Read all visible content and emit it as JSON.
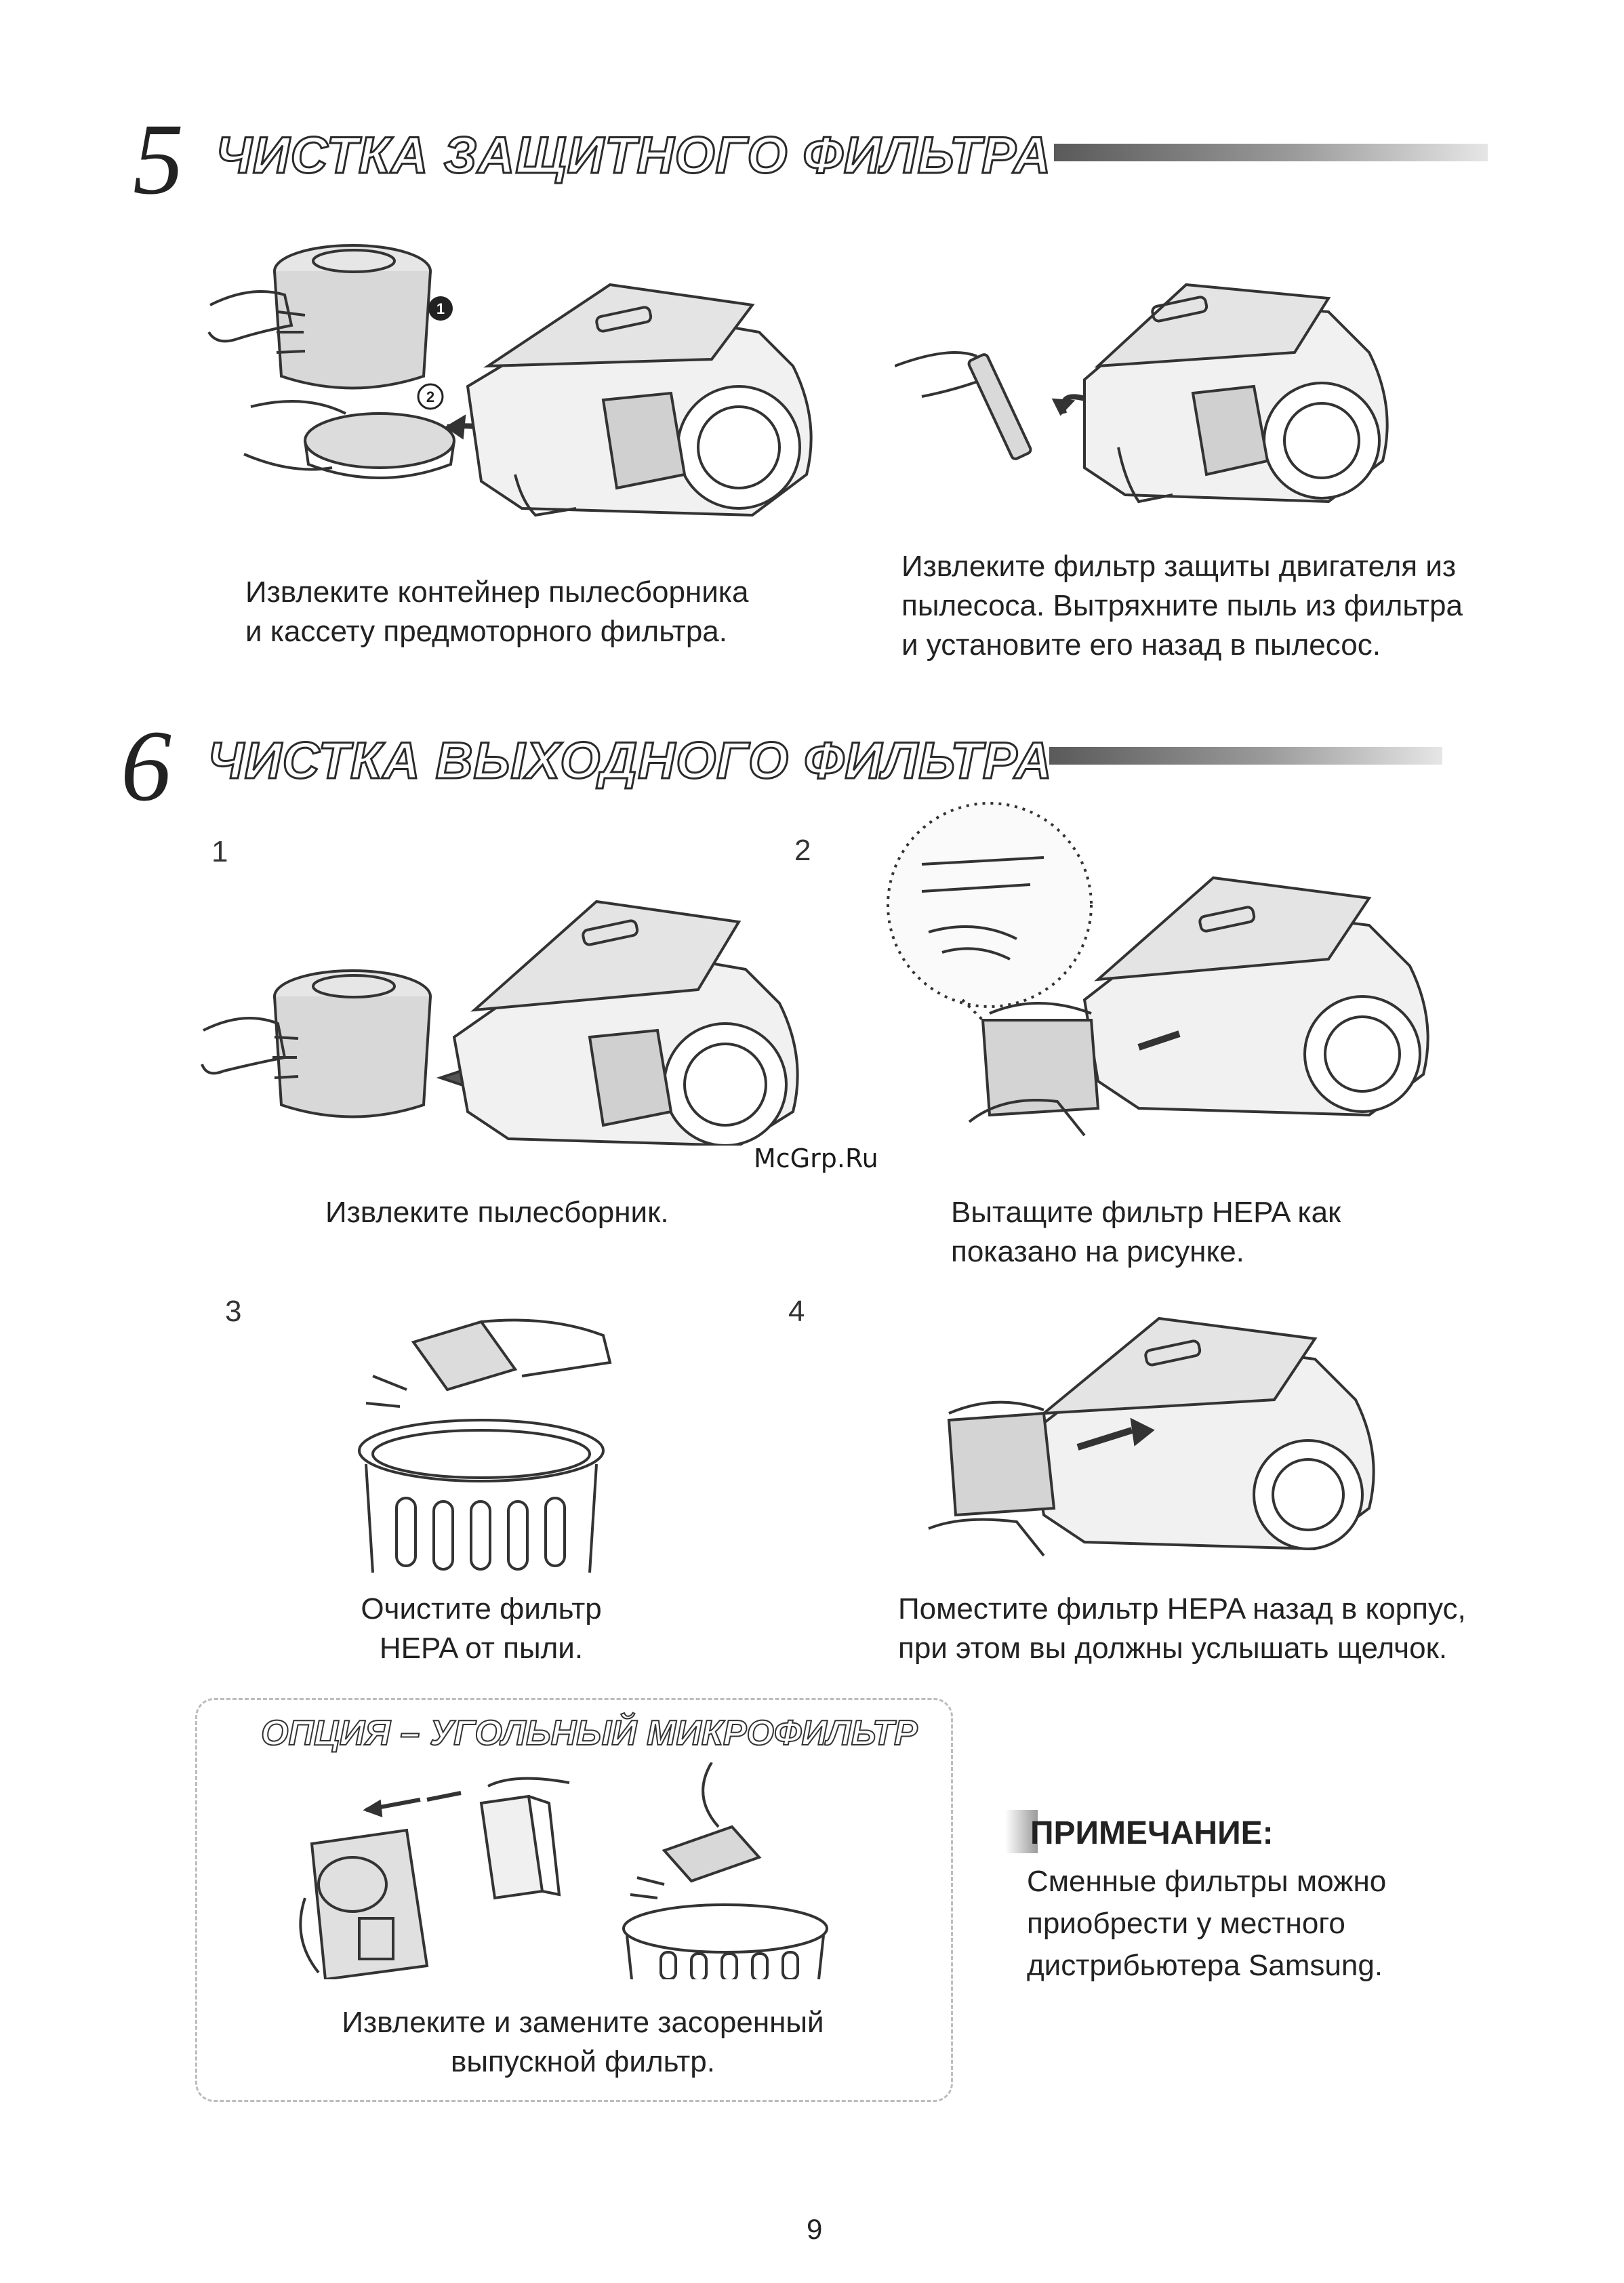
{
  "section5": {
    "number": "5",
    "title": "ЧИСТКА ЗАЩИТНОГО ФИЛЬТРА",
    "left_caption": [
      "Извлеките контейнер пылесборника",
      "и кассету предмоторного фильтра."
    ],
    "right_caption": [
      "Извлеките фильтр защиты двигателя из",
      "пылесоса. Вытряхните пыль из фильтра",
      "и установите его назад в пылесос."
    ],
    "callouts": [
      "1",
      "2"
    ]
  },
  "section6": {
    "number": "6",
    "title": "ЧИСТКА ВЫХОДНОГО ФИЛЬТРА",
    "steps": [
      {
        "num": "1",
        "caption": [
          "Извлеките пылесборник."
        ]
      },
      {
        "num": "2",
        "caption": [
          "Вытащите фильтр HEPA как",
          "показано на рисунке."
        ]
      },
      {
        "num": "3",
        "caption": [
          "Очистите фильтр",
          "HEPA от пыли."
        ]
      },
      {
        "num": "4",
        "caption": [
          "Поместите фильтр HEPA назад в корпус,",
          "при этом вы должны услышать щелчок."
        ]
      }
    ]
  },
  "option": {
    "title": "ОПЦИЯ – УГОЛЬНЫЙ МИКРОФИЛЬТР",
    "caption": [
      "Извлеките и замените засоренный",
      "выпускной фильтр."
    ]
  },
  "note": {
    "heading": "ПРИМЕЧАНИЕ:",
    "lines": [
      "Сменные фильтры можно",
      "приобрести у местного",
      "дистрибьютера Samsung."
    ]
  },
  "watermark": "McGrp.Ru",
  "page_number": "9"
}
